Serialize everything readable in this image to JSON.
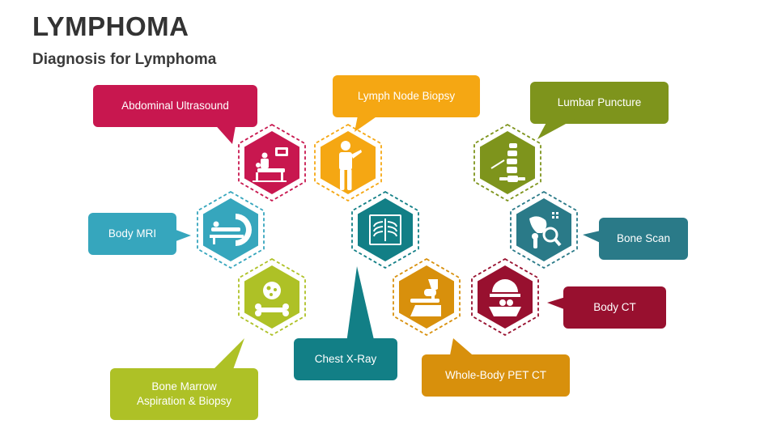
{
  "header": {
    "title": "LYMPHOMA",
    "subtitle": "Diagnosis for Lymphoma"
  },
  "colors": {
    "crimson": "#C8174F",
    "yellow": "#F5A713",
    "olive": "#7E941C",
    "cyan": "#36A6BD",
    "teal": "#127F86",
    "lime": "#AEC126",
    "orange": "#D8900C",
    "maroon": "#98102F",
    "slate": "#2A7A88"
  },
  "diagnostics": [
    {
      "id": "abdominal-ultrasound",
      "label": "Abdominal Ultrasound",
      "icon": "ultrasound-icon",
      "color": "#C8174F"
    },
    {
      "id": "lymph-node-biopsy",
      "label": "Lymph Node Biopsy",
      "icon": "patient-icon",
      "color": "#F5A713"
    },
    {
      "id": "lumbar-puncture",
      "label": "Lumbar Puncture",
      "icon": "spine-needle-icon",
      "color": "#7E941C"
    },
    {
      "id": "body-mri",
      "label": "Body MRI",
      "icon": "mri-scanner-icon",
      "color": "#36A6BD"
    },
    {
      "id": "chest-x-ray",
      "label": "Chest X-Ray",
      "icon": "chest-xray-icon",
      "color": "#127F86"
    },
    {
      "id": "bone-scan",
      "label": "Bone Scan",
      "icon": "bone-scan-icon",
      "color": "#2A7A88"
    },
    {
      "id": "bone-marrow",
      "label_lines": [
        "Bone Marrow",
        "Aspiration & Biopsy"
      ],
      "icon": "bone-marrow-icon",
      "color": "#AEC126"
    },
    {
      "id": "whole-body-pet-ct",
      "label": "Whole-Body PET CT",
      "icon": "pet-ct-icon",
      "color": "#D8900C"
    },
    {
      "id": "body-ct",
      "label": "Body CT",
      "icon": "ct-scanner-icon",
      "color": "#98102F"
    }
  ]
}
